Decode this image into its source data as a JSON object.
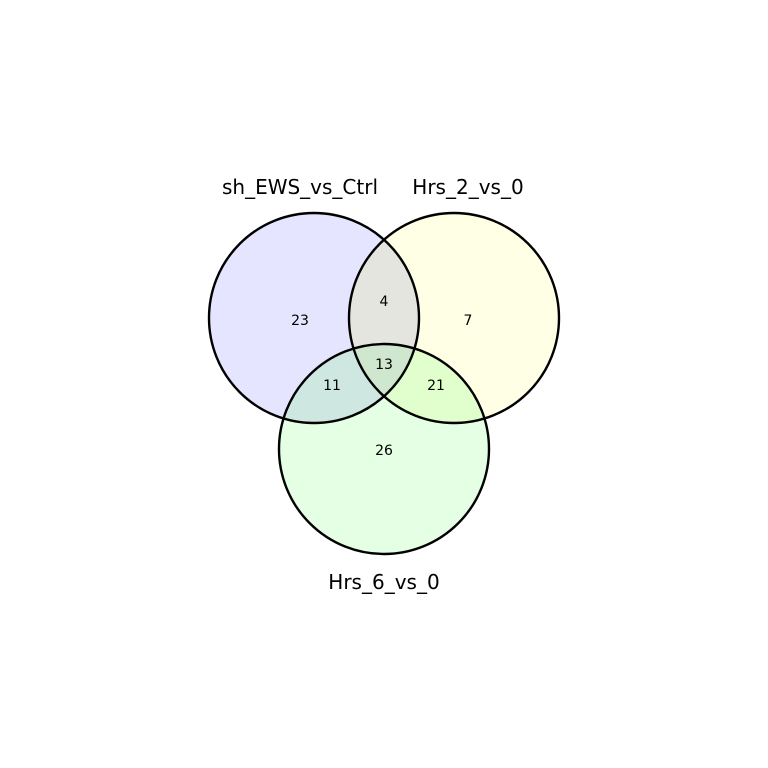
{
  "diagram": {
    "type": "venn3",
    "sets": [
      {
        "key": "A",
        "label": "sh_EWS_vs_Ctrl",
        "fill": "#e5e5ff"
      },
      {
        "key": "B",
        "label": "Hrs_2_vs_0",
        "fill": "#ffffe5"
      },
      {
        "key": "C",
        "label": "Hrs_6_vs_0",
        "fill": "#e5ffe5"
      }
    ],
    "regions": {
      "A_only": 23,
      "B_only": 7,
      "C_only": 26,
      "AB_only": 4,
      "AC_only": 11,
      "BC_only": 21,
      "ABC": 13
    },
    "overlap_colors": {
      "AB": "#e5e5e0",
      "AC": "#cfe7e1",
      "BC": "#e0ffcc",
      "ABC": "#cfe7cf"
    },
    "outline_color": "#000000"
  }
}
